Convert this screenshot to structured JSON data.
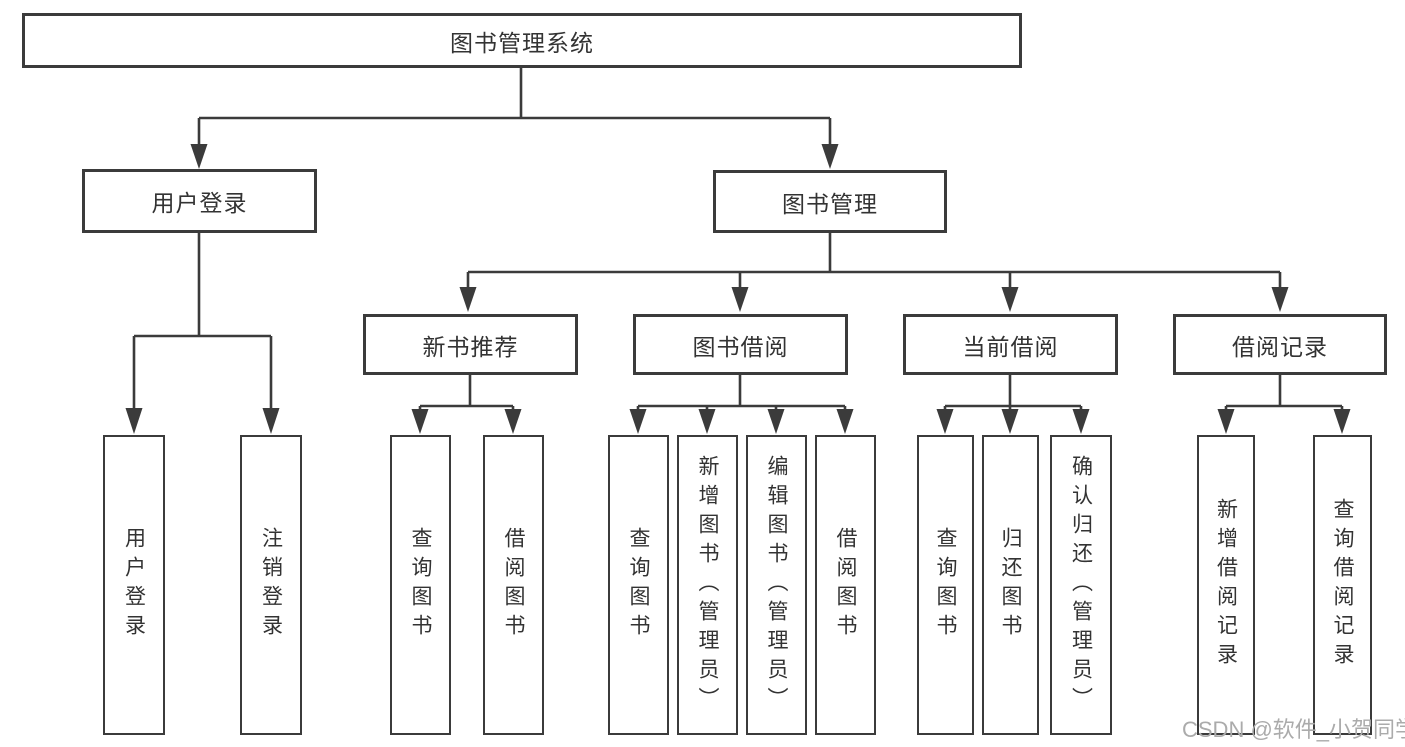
{
  "diagram": {
    "root": {
      "label": "图书管理系统"
    },
    "branches": {
      "user_login": {
        "label": "用户登录",
        "leaves": [
          "用户登录",
          "注销登录"
        ]
      },
      "book_mgmt": {
        "label": "图书管理",
        "sections": {
          "new_books": {
            "label": "新书推荐",
            "leaves": [
              "查询图书",
              "借阅图书"
            ]
          },
          "borrow": {
            "label": "图书借阅",
            "leaves": [
              "查询图书",
              "新增图书（管理员）",
              "编辑图书（管理员）",
              "借阅图书"
            ]
          },
          "current": {
            "label": "当前借阅",
            "leaves": [
              "查询图书",
              "归还图书",
              "确认归还（管理员）"
            ]
          },
          "records": {
            "label": "借阅记录",
            "leaves": [
              "新增借阅记录",
              "查询借阅记录"
            ]
          }
        }
      }
    },
    "watermark": "CSDN @软件_小贺同学"
  },
  "colors": {
    "line": "#3b3b3b",
    "text": "#333333",
    "wm": "#ababab",
    "bg": "#ffffff"
  }
}
